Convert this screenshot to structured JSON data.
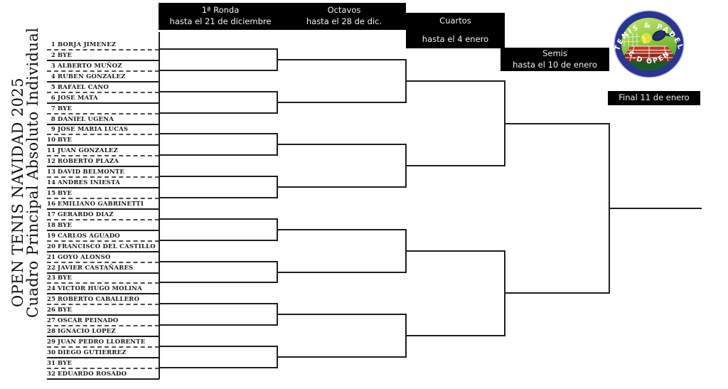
{
  "title": {
    "line1": "OPEN TENIS NAVIDAD 2025",
    "line2": "Cuadro Principal Absoluto Individual"
  },
  "headers": {
    "ronda1": {
      "name": "1ª Ronda",
      "date": "hasta el 21 de diciembre"
    },
    "octavos": {
      "name": "Octavos",
      "date": "hasta el 28 de dic."
    },
    "cuartos": {
      "name": "Cuartos",
      "date": "hasta el 4 enero"
    },
    "semis": {
      "name": "Semis",
      "date": "hasta el 10 de enero"
    },
    "final": {
      "label": "Final 11 de enero"
    }
  },
  "players": [
    {
      "seed": "1",
      "name": "BORJA JIMENEZ"
    },
    {
      "seed": "2",
      "name": "BYE"
    },
    {
      "seed": "3",
      "name": "ALBERTO MUÑOZ"
    },
    {
      "seed": "4",
      "name": "RUBEN GONZALEZ"
    },
    {
      "seed": "5",
      "name": "RAFAEL CANO"
    },
    {
      "seed": "6",
      "name": "JOSE MATA"
    },
    {
      "seed": "7",
      "name": "BYE"
    },
    {
      "seed": "8",
      "name": "DANIEL UGENA"
    },
    {
      "seed": "9",
      "name": "JOSE MARIA LUCAS"
    },
    {
      "seed": "10",
      "name": "BYE"
    },
    {
      "seed": "11",
      "name": "JUAN GONZALEZ"
    },
    {
      "seed": "12",
      "name": "ROBERTO PLAZA"
    },
    {
      "seed": "13",
      "name": "DAVID BELMONTE"
    },
    {
      "seed": "14",
      "name": "ANDRES INIESTA"
    },
    {
      "seed": "15",
      "name": "BYE"
    },
    {
      "seed": "16",
      "name": "EMILIANO GABRINETTI"
    },
    {
      "seed": "17",
      "name": "GERARDO DIAZ"
    },
    {
      "seed": "18",
      "name": "BYE"
    },
    {
      "seed": "19",
      "name": "CARLOS AGUADO"
    },
    {
      "seed": "20",
      "name": "FRANCISCO DEL CASTILLO"
    },
    {
      "seed": "21",
      "name": "GOYO ALONSO"
    },
    {
      "seed": "22",
      "name": "JAVIER CASTAÑARES"
    },
    {
      "seed": "23",
      "name": "BYE"
    },
    {
      "seed": "24",
      "name": "VICTOR HUGO MOLINA"
    },
    {
      "seed": "25",
      "name": "ROBERTO CABALLERO"
    },
    {
      "seed": "26",
      "name": "BYE"
    },
    {
      "seed": "27",
      "name": "OSCAR PEINADO"
    },
    {
      "seed": "28",
      "name": "IGNACIO LOPEZ"
    },
    {
      "seed": "29",
      "name": "JUAN PEDRO LLORENTE"
    },
    {
      "seed": "30",
      "name": "DIEGO GUTIERREZ"
    },
    {
      "seed": "31",
      "name": "BYE"
    },
    {
      "seed": "32",
      "name": "EDUARDO ROSADO"
    }
  ],
  "logo": {
    "arc_top": "TENIS & PADEL",
    "arc_bottom": "C.D OPEN"
  },
  "colors": {
    "header_bg": "#000000",
    "header_text": "#f2f2f2",
    "line": "#1f1f1f",
    "dashed_line": "#4d4d4d",
    "logo_navy": "#2b3490",
    "logo_green_light": "#b5e05a",
    "logo_green": "#5cb034",
    "logo_green_dark": "#175c26",
    "logo_red": "#c23b28",
    "logo_red_dark": "#8e2a1c",
    "ball_yellow": "#dfe23e"
  }
}
